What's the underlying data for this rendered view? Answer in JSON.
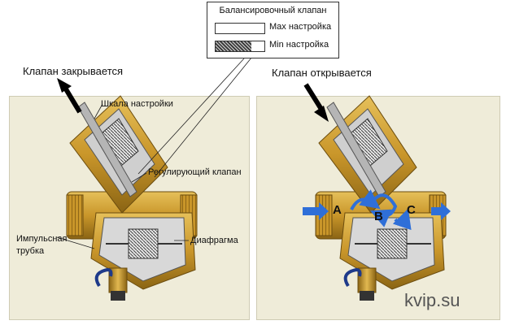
{
  "legend": {
    "title": "Балансировочный клапан",
    "max_label": "Max настройка",
    "min_label": "Min настройка"
  },
  "left_panel": {
    "heading": "Клапан закрывается",
    "labels": {
      "scale": "Шкала настройки",
      "regulating_valve": "Регулирующий клапан",
      "diaphragm": "Диафрагма",
      "impulse_line1": "Импульсная",
      "impulse_line2": "трубка"
    }
  },
  "right_panel": {
    "heading": "Клапан открывается",
    "flow_points": [
      "A",
      "B",
      "C"
    ]
  },
  "watermark": "kvip.su",
  "colors": {
    "panel_background": "#efecd9",
    "brass": "#c9962a",
    "brass_dark": "#8a6414",
    "flow_arrow": "#2f6fd8",
    "stem": "#b5b5b5",
    "impulse_cap": "#1e3a8a"
  }
}
